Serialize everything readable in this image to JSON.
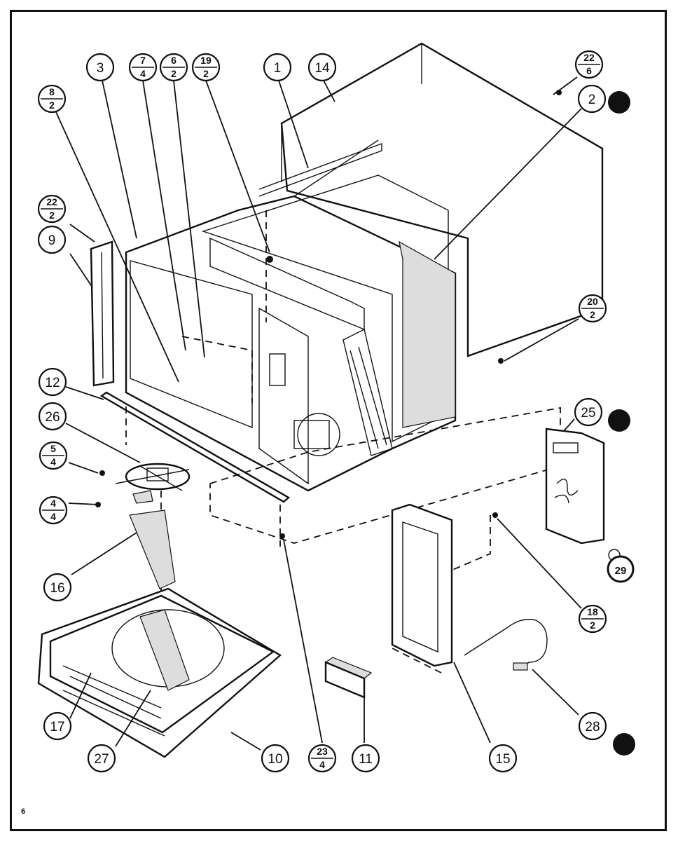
{
  "page_number": "6",
  "callouts": [
    {
      "label": "3"
    },
    {
      "num": "7",
      "den": "4"
    },
    {
      "num": "6",
      "den": "2"
    },
    {
      "num": "19",
      "den": "2"
    },
    {
      "label": "1"
    },
    {
      "label": "14"
    },
    {
      "num": "22",
      "den": "6"
    },
    {
      "label": "2"
    },
    {
      "num": "8",
      "den": "2"
    },
    {
      "num": "22",
      "den": "2"
    },
    {
      "label": "9"
    },
    {
      "num": "20",
      "den": "2"
    },
    {
      "label": "12"
    },
    {
      "label": "26"
    },
    {
      "label": "25"
    },
    {
      "num": "5",
      "den": "4"
    },
    {
      "num": "4",
      "den": "4"
    },
    {
      "label": "29"
    },
    {
      "label": "16"
    },
    {
      "num": "18",
      "den": "2"
    },
    {
      "label": "17"
    },
    {
      "label": "28"
    },
    {
      "label": "27"
    },
    {
      "label": "10"
    },
    {
      "num": "23",
      "den": "4"
    },
    {
      "label": "11"
    },
    {
      "label": "15"
    }
  ]
}
